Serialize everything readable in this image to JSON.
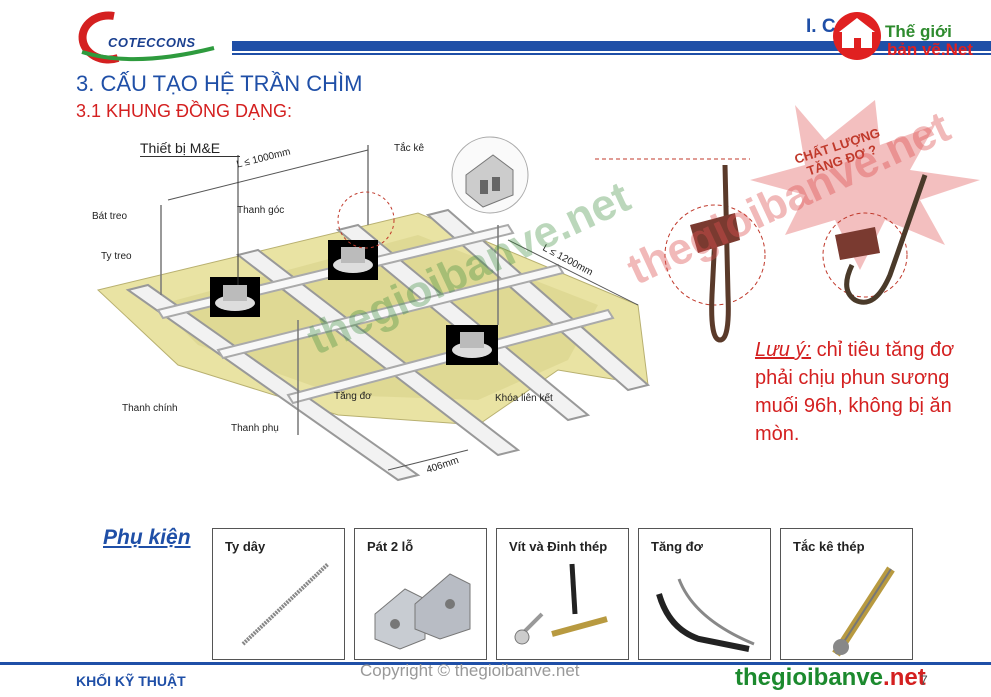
{
  "header": {
    "brand": "COTECCONS",
    "section_tag": "I. C",
    "watermark_brand_line1": "Thế giới",
    "watermark_brand_line2": "bản vẽ.Net"
  },
  "titles": {
    "main": "3. CẤU TẠO HỆ TRẦN CHÌM",
    "sub": "3.1 KHUNG ĐỒNG DẠNG:"
  },
  "diagram": {
    "mne": "Thiết bị M&E",
    "labels": {
      "tac_ke": "Tắc kê",
      "l1000": "L ≤ 1000mm",
      "bat_treo": "Bát treo",
      "thanh_goc": "Thanh góc",
      "ty_treo": "Ty treo",
      "l1200": "L ≤ 1200mm",
      "thanh_chinh": "Thanh chính",
      "tang_do": "Tăng đơ",
      "khoa_lien_ket": "Khóa liên kết",
      "thanh_phu": "Thanh phụ",
      "d406": "406mm"
    }
  },
  "right": {
    "burst_line1": "CHẤT LƯỢNG",
    "burst_line2": "TĂNG ĐƠ ?",
    "note_label": "Lưu ý:",
    "note_text": " chỉ tiêu tăng đơ phải chịu phun sương muối 96h, không bị ăn mòn."
  },
  "watermark": {
    "diagonal": "thegioibanve.net"
  },
  "accessories": {
    "title": "Phụ kiện",
    "items": [
      {
        "label": "Ty dây"
      },
      {
        "label": "Pát 2 lỗ"
      },
      {
        "label": "Vít và Đinh thép"
      },
      {
        "label": "Tăng đơ"
      },
      {
        "label": "Tắc kê thép"
      }
    ]
  },
  "footer": {
    "left": "KHỐI KỸ THUẬT",
    "copyright": "Copyright © thegioibanve.net",
    "brand_main": "thegioibanve",
    "brand_tld": ".net",
    "page": "7"
  },
  "colors": {
    "primary_blue": "#1f4fa7",
    "accent_red": "#d42020",
    "brand_green": "#1c8a2e"
  }
}
